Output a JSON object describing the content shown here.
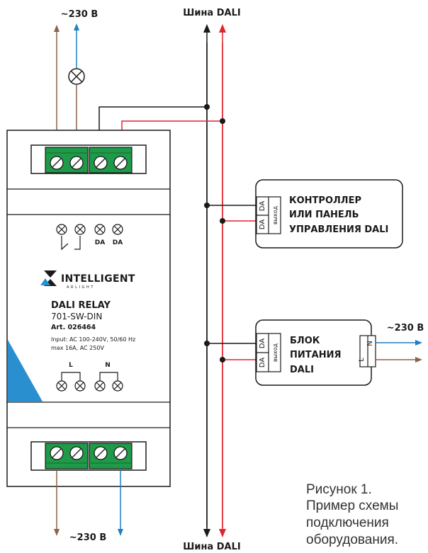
{
  "labels": {
    "mains_top": "~230 В",
    "mains_bottom": "~230 В",
    "mains_right": "~230 В",
    "bus_top": "Шина DALI",
    "bus_bottom": "Шина DALI"
  },
  "relay": {
    "top_terminal_labels": [
      "DA",
      "DA"
    ],
    "brand": "INTELLIGENT",
    "brand_sub": "ARLIGHT",
    "name": "DALI RELAY",
    "model": "701-SW-DIN",
    "art": "Art. 026464",
    "input_line1": "Input: AC 100-240V, 50/60 Hz",
    "input_line2": "max 16A, AC 250V",
    "bottom_terminal_labels": [
      "L",
      "N"
    ]
  },
  "controller": {
    "line1": "КОНТРОЛЛЕР",
    "line2": "ИЛИ ПАНЕЛЬ",
    "line3": "УПРАВЛЕНИЯ DALI",
    "port_da1": "DA",
    "port_da2": "DA",
    "port_label": "выход"
  },
  "psu": {
    "line1": "БЛОК",
    "line2": "ПИТАНИЯ",
    "line3": "DALI",
    "port_da1": "DA",
    "port_da2": "DA",
    "port_label": "выход",
    "port_l": "L",
    "port_n": "N"
  },
  "caption": {
    "line1": "Рисунок 1.",
    "line2": "Пример схемы",
    "line3": "подключения",
    "line4": "оборудования."
  },
  "colors": {
    "brown": "#8a6348",
    "blue": "#1f7fc4",
    "red": "#e0242e",
    "black": "#1a1a1a",
    "terminal_green": "#1f9a48",
    "accent_blue": "#2a8fcf"
  }
}
